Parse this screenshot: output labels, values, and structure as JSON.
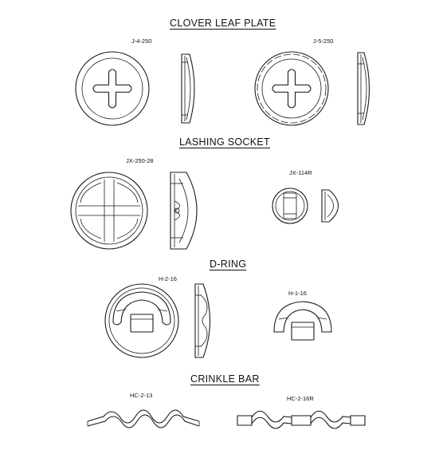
{
  "sections": {
    "clover": "CLOVER LEAF PLATE",
    "lashing": "LASHING SOCKET",
    "dring": "D-RING",
    "crinkle": "CRINKLE BAR"
  },
  "parts": {
    "j4": "J-4-250",
    "j5": "J-5-250",
    "jx250": "JX-250-28",
    "jx114": "JX-114R",
    "h216": "H-2-16",
    "h116": "H-1-16",
    "hc213": "HC-2-13",
    "hc216r": "HC-2-16R"
  }
}
